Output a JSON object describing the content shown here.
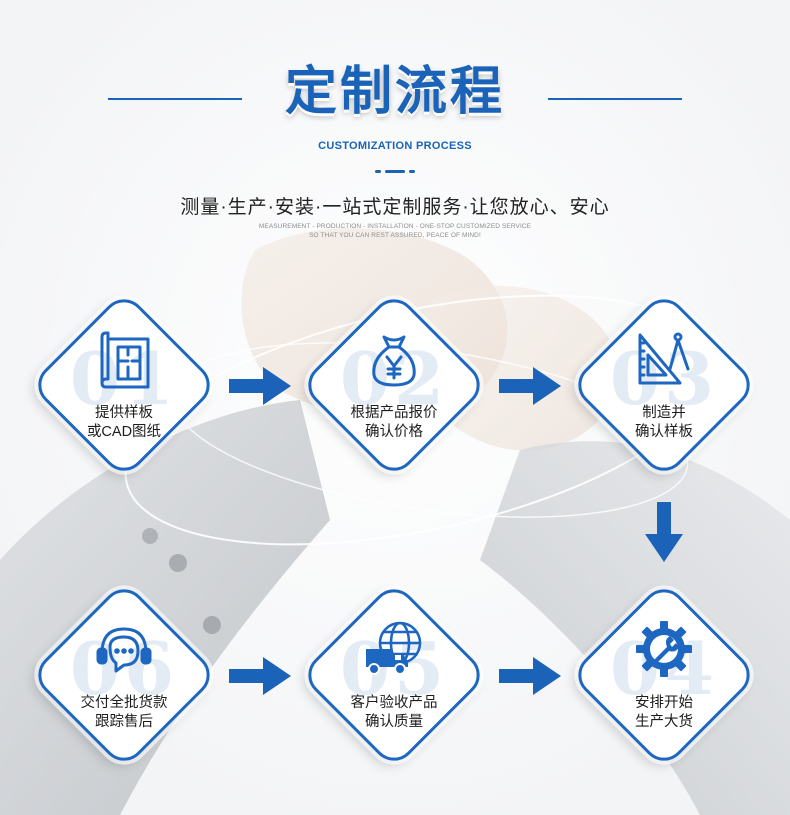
{
  "header": {
    "title": "定制流程",
    "subtitle_en": "CUSTOMIZATION PROCESS",
    "tagline": "测量·生产·安装·一站式定制服务·让您放心、安心",
    "tagline_en_line1": "MEASUREMENT - PRODUCTION - INSTALLATION - ONE-STOP CUSTOMIZED SERVICE",
    "tagline_en_line2": "SO THAT YOU CAN REST ASSURED, PEACE OF MIND!"
  },
  "colors": {
    "accent": "#1e67c0",
    "arrow": "#1a63b8",
    "number": "#e3ebf5"
  },
  "steps": [
    {
      "number": "01",
      "line1": "提供样板",
      "line2": "或CAD图纸",
      "icon": "floor-plan-icon"
    },
    {
      "number": "02",
      "line1": "根据产品报价",
      "line2": "确认价格",
      "icon": "money-bag-yen-icon"
    },
    {
      "number": "03",
      "line1": "制造并",
      "line2": "确认样板",
      "icon": "ruler-compass-icon"
    },
    {
      "number": "04",
      "line1": "安排开始",
      "line2": "生产大货",
      "icon": "gear-wrench-icon"
    },
    {
      "number": "05",
      "line1": "客户验收产品",
      "line2": "确认质量",
      "icon": "delivery-truck-globe-icon"
    },
    {
      "number": "06",
      "line1": "交付全批货款",
      "line2": "跟踪售后",
      "icon": "customer-service-headset-icon"
    }
  ]
}
